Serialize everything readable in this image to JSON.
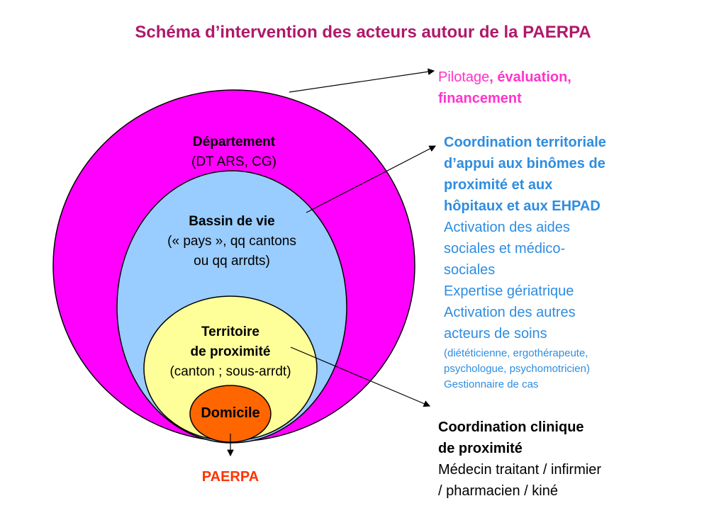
{
  "title": "Schéma d’intervention des acteurs autour de la PAERPA",
  "colors": {
    "title": "#b0186a",
    "departement": "#ff00ff",
    "bassin": "#99ccff",
    "territoire": "#ffff99",
    "domicile": "#ff6600",
    "pilotage": "#ff33cc",
    "coordination": "#2e8de0",
    "paerpa": "#ff3300"
  },
  "circles": {
    "departement": {
      "name": "Département",
      "sub": "(DT ARS, CG)"
    },
    "bassin": {
      "name": "Bassin de vie",
      "sub1": "(« pays », qq cantons",
      "sub2": "ou qq arrdts)"
    },
    "territoire": {
      "name1": "Territoire",
      "name2": "de proximité",
      "sub": "(canton ; sous-arrdt)"
    },
    "domicile": {
      "name": "Domicile"
    }
  },
  "paerpa_label": "PAERPA",
  "annotations": {
    "pilotage": {
      "line1_a": "Pilotage",
      "line1_b": ", évaluation,",
      "line2": "financement"
    },
    "coordination_territoriale": {
      "bold_lines": [
        "Coordination territoriale",
        "d’appui aux binômes de",
        "proximité et aux",
        "hôpitaux et aux EHPAD"
      ],
      "lines": [
        "Activation des aides",
        "sociales et médico-",
        "sociales",
        "Expertise gériatrique",
        "Activation des autres",
        "acteurs de soins"
      ],
      "small_lines": [
        "(diététicienne, ergothérapeute,",
        "psychologue, psychomotricien)",
        "Gestionnaire de cas"
      ]
    },
    "coordination_clinique": {
      "bold_lines": [
        "Coordination clinique",
        "de proximité"
      ],
      "lines": [
        "Médecin traitant / infirmier",
        "/ pharmacien / kiné"
      ]
    }
  }
}
